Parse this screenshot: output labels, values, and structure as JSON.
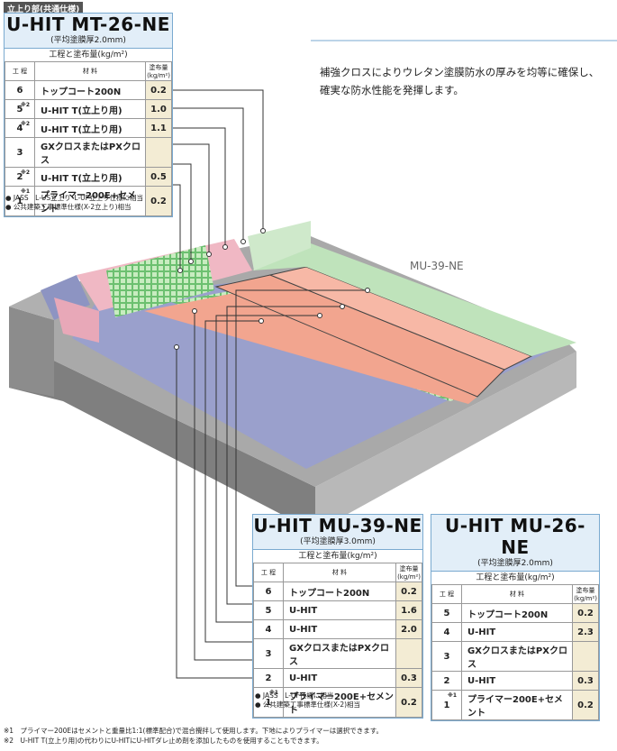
{
  "section_tag": "立上り部(共通仕様)",
  "description": [
    "補強クロスによりウレタン塗膜防水の厚みを均等に確保し、",
    "確実な防水性能を発揮します。"
  ],
  "area_label": "MU-39-NE",
  "table_headers": {
    "step": "工 程",
    "material": "材 料",
    "amount": "塗布量 (kg/m²)"
  },
  "specs": {
    "mt26": {
      "title": "U-HIT MT-26-NE",
      "subtitle": "(平均塗膜厚2.0mm)",
      "unit": "工程と塗布量(kg/m²)",
      "rows": [
        {
          "no": "6",
          "note": "",
          "material": "トップコート200N",
          "amount": "0.2"
        },
        {
          "no": "5",
          "note": "※2",
          "material": "U-HIT T(立上り用)",
          "amount": "1.0"
        },
        {
          "no": "4",
          "note": "※2",
          "material": "U-HIT T(立上り用)",
          "amount": "1.1"
        },
        {
          "no": "3",
          "note": "",
          "material": "GXクロスまたはPXクロス",
          "amount": ""
        },
        {
          "no": "2",
          "note": "※2",
          "material": "U-HIT T(立上り用)",
          "amount": "0.5"
        },
        {
          "no": "1",
          "note": "※1",
          "material": "プライマー200E+セメント",
          "amount": "0.2"
        }
      ],
      "notes": [
        "● JASS　L-US立上り･L-UF立上り仕様に相当",
        "● 公共建築工事標準仕様(X-2立上り)相当"
      ]
    },
    "mu39": {
      "title": "U-HIT MU-39-NE",
      "subtitle": "(平均塗膜厚3.0mm)",
      "unit": "工程と塗布量(kg/m²)",
      "rows": [
        {
          "no": "6",
          "note": "",
          "material": "トップコート200N",
          "amount": "0.2"
        },
        {
          "no": "5",
          "note": "",
          "material": "U-HIT",
          "amount": "1.6"
        },
        {
          "no": "4",
          "note": "",
          "material": "U-HIT",
          "amount": "2.0"
        },
        {
          "no": "3",
          "note": "",
          "material": "GXクロスまたはPXクロス",
          "amount": ""
        },
        {
          "no": "2",
          "note": "",
          "material": "U-HIT",
          "amount": "0.3"
        },
        {
          "no": "1",
          "note": "※1",
          "material": "プライマー200E+セメント",
          "amount": "0.2"
        }
      ],
      "notes": [
        "● JASS　L-UF仕様に相当",
        "● 公共建築工事標準仕様(X-2)相当"
      ]
    },
    "mu26": {
      "title": "U-HIT MU-26-NE",
      "subtitle": "(平均塗膜厚2.0mm)",
      "unit": "工程と塗布量(kg/m²)",
      "rows": [
        {
          "no": "5",
          "note": "",
          "material": "トップコート200N",
          "amount": "0.2"
        },
        {
          "no": "4",
          "note": "",
          "material": "U-HIT",
          "amount": "2.3"
        },
        {
          "no": "3",
          "note": "",
          "material": "GXクロスまたはPXクロス",
          "amount": ""
        },
        {
          "no": "2",
          "note": "",
          "material": "U-HIT",
          "amount": "0.3"
        },
        {
          "no": "1",
          "note": "※1",
          "material": "プライマー200E+セメント",
          "amount": "0.2"
        }
      ],
      "notes": []
    }
  },
  "footnotes": [
    "※1　プライマー200Eはセメントと重量比1:1(標準配合)で混合攪拌して使用します。下地によりプライマーは選択できます。",
    "※2　U-HIT T(立上り用)の代わりにU-HITにU-HITダレ止め剤を添加したものを使用することもできます。"
  ],
  "colors": {
    "header_bg": "#e2eef8",
    "border": "#7aaad0",
    "amount_bg": "#f3ecd4",
    "topcoat": "#b9e0b6",
    "urethane": "#f2a58f",
    "primer": "#9aa0c8",
    "mesh": "#7ec87a",
    "concrete": "#a0a0a0"
  }
}
